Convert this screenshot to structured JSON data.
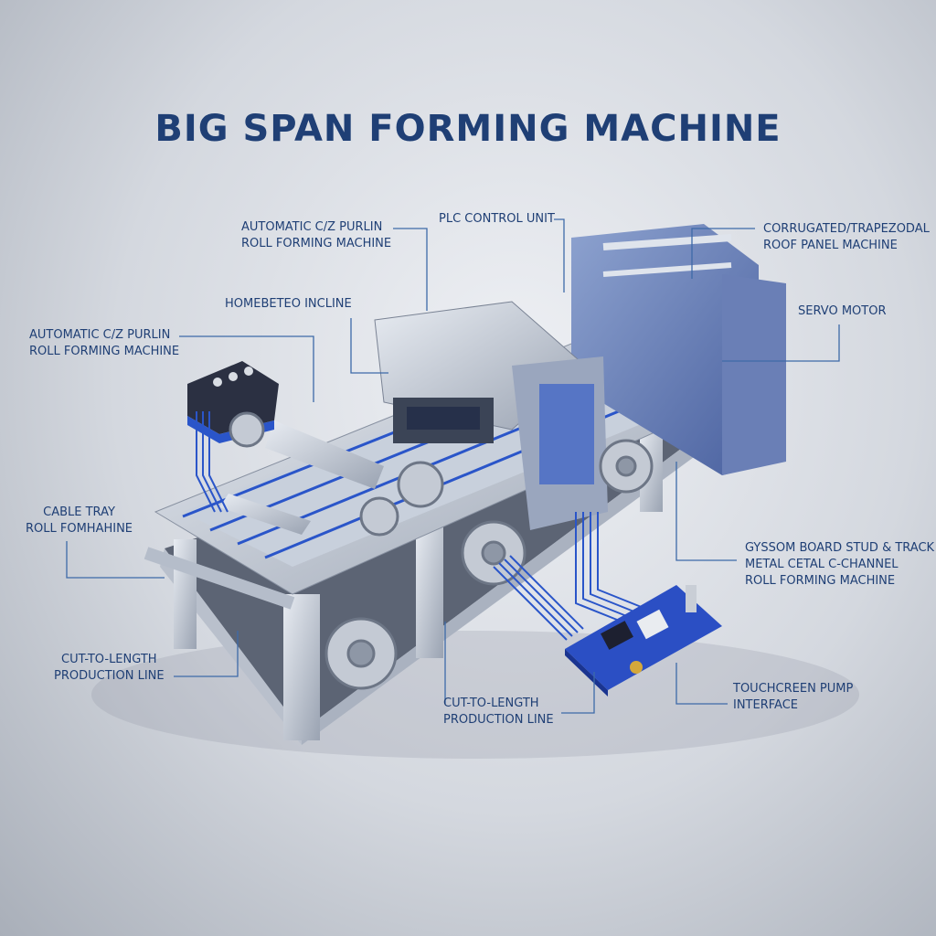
{
  "title": "BIG SPAN FORMING MACHINE",
  "colors": {
    "text": "#1f3f75",
    "accent": "#2a55c9",
    "leader": "#3d6aa8"
  },
  "labels": {
    "purlin_top": "AUTOMATIC C/Z PURLIN\nROLL FORMING MACHINE",
    "plc": "PLC CONTROL UNIT",
    "corrugated": "CORRUGATED/TRAPEZODAL\nROOF PANEL MACHINE",
    "incline": "HOMEBETEO INCLINE",
    "purlin_left": "AUTOMATIC C/Z PURLIN\nROLL FORMING MACHINE",
    "servo": "SERVO MOTOR",
    "cable_tray": "CABLE TRAY\nROLL FOMHAHINE",
    "cut_left": "CUT-TO-LENGTH\nPRODUCTION LINE",
    "gypsum": "GYSSOM BOARD STUD & TRACK\nMETAL CETAL C-CHANNEL\nROLL FORMING MACHINE",
    "cut_center": "CUT-TO-LENGTH\nPRODUCTION LINE",
    "touchscreen": "TOUCHCREEN PUMP\nINTERFACE"
  }
}
